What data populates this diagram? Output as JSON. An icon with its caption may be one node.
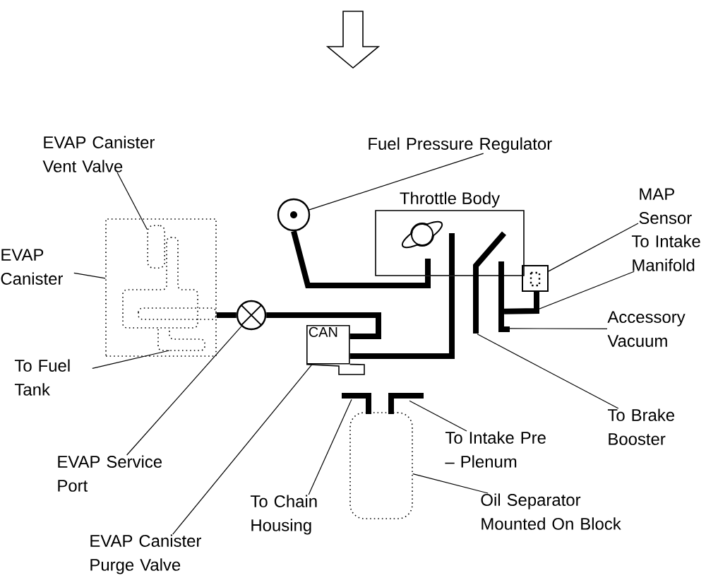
{
  "diagram": {
    "nodes": [
      {
        "text": [
          "EVAP Canister Vent Valve"
        ]
      },
      {
        "text": [
          "Fuel Pressure Regulator"
        ]
      },
      {
        "text": [
          "Throttle Body"
        ]
      },
      {
        "text": [
          "MAP Sensor"
        ]
      },
      {
        "text": [
          "To Intake Manifold"
        ]
      },
      {
        "text": [
          "EVAP Canister"
        ]
      },
      {
        "text": [
          "Accessory Vacuum"
        ]
      },
      {
        "text": [
          "CAN"
        ]
      },
      {
        "text": [
          "To Fuel Tank"
        ]
      },
      {
        "text": [
          "To Brake Booster"
        ]
      },
      {
        "text": [
          "EVAP Service Port"
        ]
      },
      {
        "text": [
          "To Intake Pre – Plenum"
        ]
      },
      {
        "text": [
          "To Chain Housing"
        ]
      },
      {
        "text": [
          "Oil Separator Mounted On Block"
        ]
      },
      {
        "text": [
          "EVAP Canister Purge Valve"
        ]
      },
      {
        "text": [],
        "shape": "box"
      },
      {
        "text": [],
        "shape": "box",
        "in": 15
      },
      {
        "text": [],
        "shape": "circle"
      },
      {
        "text": [],
        "shape": "box"
      },
      {
        "text": [],
        "shape": "circle"
      },
      {
        "text": [],
        "shape": "box"
      }
    ],
    "edges": [
      {
        "from": 0,
        "to": 16,
        "arrow": "none"
      },
      {
        "from": 1,
        "to": 17,
        "arrow": "none"
      },
      {
        "from": 3,
        "to": 18,
        "arrow": "none"
      },
      {
        "from": 4,
        "to": 18,
        "arrow": "none"
      },
      {
        "from": 5,
        "to": 15,
        "arrow": "none"
      },
      {
        "from": 6,
        "to": 2,
        "arrow": "none"
      },
      {
        "from": 8,
        "to": 15,
        "arrow": "none"
      },
      {
        "from": 9,
        "to": 2,
        "arrow": "none"
      },
      {
        "from": 10,
        "to": 19,
        "arrow": "none"
      },
      {
        "from": 11,
        "to": 20,
        "arrow": "none"
      },
      {
        "from": 12,
        "to": 20,
        "arrow": "none"
      },
      {
        "from": 13,
        "to": 20,
        "arrow": "none"
      },
      {
        "from": 14,
        "to": 7,
        "arrow": "none"
      },
      {
        "from": 17,
        "to": 2,
        "arrow": "none",
        "style": "thick"
      },
      {
        "from": 15,
        "to": 19,
        "arrow": "none",
        "style": "thick"
      },
      {
        "from": 19,
        "to": 7,
        "arrow": "none",
        "style": "thick"
      },
      {
        "from": 7,
        "to": 2,
        "arrow": "none",
        "style": "thick"
      },
      {
        "from": 18,
        "to": 2,
        "arrow": "none",
        "style": "thick"
      }
    ]
  }
}
